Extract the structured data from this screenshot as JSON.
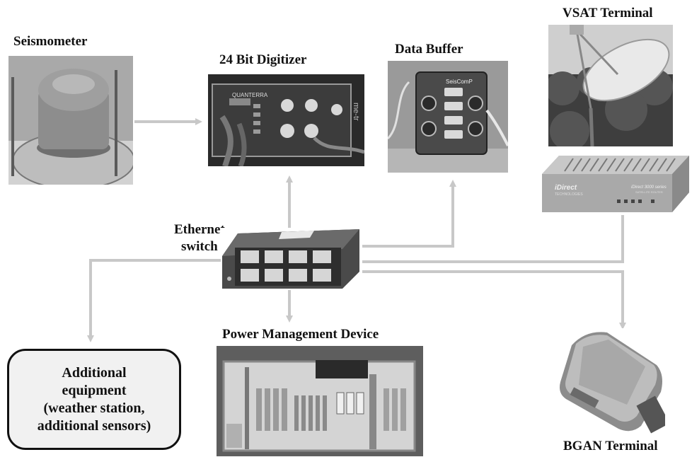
{
  "labels": {
    "seismometer": "Seismometer",
    "digitizer": "24 Bit Digitizer",
    "data_buffer": "Data Buffer",
    "vsat": "VSAT Terminal",
    "ethernet_line1": "Ethernet",
    "ethernet_line2": "switch",
    "power": "Power Management Device",
    "bgan": "BGAN Terminal"
  },
  "additional": {
    "line1": "Additional",
    "line2": "equipment",
    "line3": "(weather station,",
    "line4": "additional sensors)"
  },
  "device_text": {
    "digitizer_brand": "QUANTERRA",
    "digitizer_side": "me-tr",
    "buffer_brand": "SeisComP",
    "router_brand": "iDirect",
    "router_sub": "TECHNOLOGIES",
    "router_model": "iDirect 3000 series",
    "router_model_sub": "SATELLITE ROUTER"
  },
  "colors": {
    "connector": "#c8c8c8",
    "photo_dark": "#3a3a3a",
    "photo_mid": "#8a8a8a"
  }
}
